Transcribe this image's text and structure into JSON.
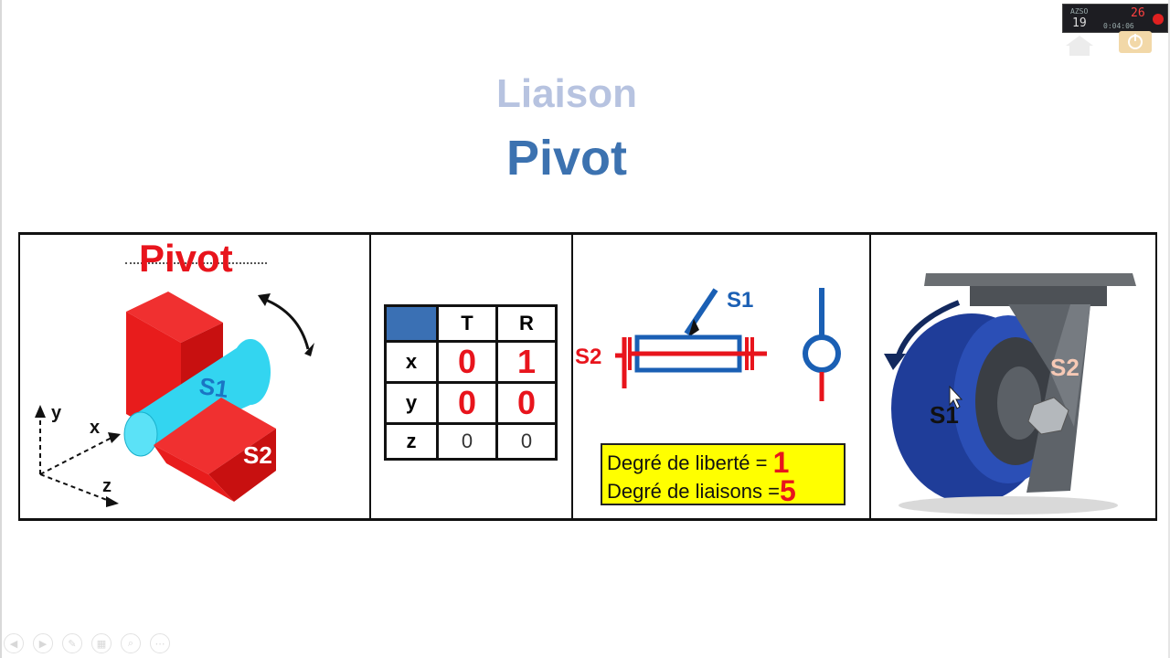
{
  "slide": {
    "title_top": "Liaison",
    "title_main": "Pivot"
  },
  "cell1": {
    "label": "Pivot",
    "s1": "S1",
    "s2": "S2",
    "axes": {
      "y": "y",
      "x": "x",
      "z": "z"
    }
  },
  "dof_table": {
    "headers": [
      "T",
      "R"
    ],
    "rows": [
      {
        "axis": "x",
        "T": "0",
        "R": "1"
      },
      {
        "axis": "y",
        "T": "0",
        "R": "0"
      },
      {
        "axis": "z",
        "T": "0",
        "R": "0"
      }
    ]
  },
  "cell3": {
    "s1": "S1",
    "s2": "S2",
    "dof_label": "Degré de liberté =",
    "dof_value": "1",
    "link_label": "Degré de liaisons =",
    "link_value": "5"
  },
  "cell4": {
    "s1": "S1",
    "s2": "S2"
  },
  "recorder": {
    "top_label": "AZSO",
    "left_num": "19",
    "right_num": "26",
    "time": "0:04:06"
  },
  "colors": {
    "title_top": "#b7c3e0",
    "title_main": "#3c72b0",
    "red": "#e8141c",
    "blue": "#1a5fb4",
    "cyan": "#33d5f0",
    "yellow": "#ffff00"
  }
}
